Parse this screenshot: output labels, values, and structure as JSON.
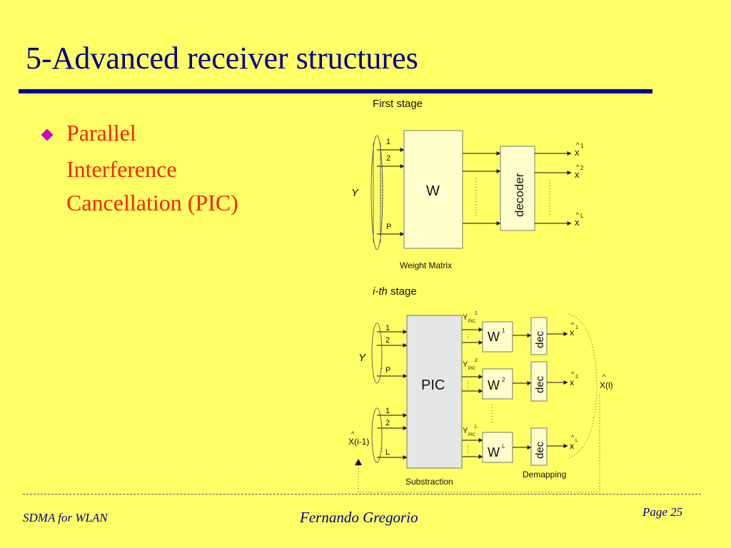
{
  "slide": {
    "title": "5-Advanced receiver structures",
    "bullet_lines": [
      "Parallel",
      "Interference",
      "Cancellation (PIC)"
    ]
  },
  "colors": {
    "background": "#ffff66",
    "title": "#00008b",
    "bullet_text": "#ff2200",
    "bullet_marker": "#cc00cc",
    "box_fill": "#ffffcc",
    "pic_fill": "#e6e6e6"
  },
  "diagram1": {
    "caption": "First stage",
    "input": "Y",
    "ports": [
      "1",
      "2",
      "P"
    ],
    "matrix": "W",
    "matrix_caption": "Weight Matrix",
    "decoder": "decoder",
    "outputs": [
      {
        "sym": "x",
        "hat": "^",
        "sup": "1"
      },
      {
        "sym": "x",
        "hat": "^",
        "sup": "2"
      },
      {
        "sym": "x",
        "hat": "^",
        "sup": "L"
      }
    ]
  },
  "diagram2": {
    "caption_italic": "i-th",
    "caption_rest": " stage",
    "input": "Y",
    "ports_top": [
      "1",
      "2",
      "P"
    ],
    "feedback_input": "X(i-1)",
    "feedback_hat": "^",
    "ports_bottom": [
      "1",
      "2",
      "L"
    ],
    "pic": "PIC",
    "pic_caption": "Substraction",
    "ypic": [
      {
        "base": "Y",
        "sub": "PIC",
        "sup": "1"
      },
      {
        "base": "Y",
        "sub": "PIC",
        "sup": "2"
      },
      {
        "base": "Y",
        "sub": "PIC",
        "sup": "L"
      }
    ],
    "weights": [
      {
        "base": "W",
        "sup": "1"
      },
      {
        "base": "W",
        "sup": "2"
      },
      {
        "base": "W",
        "sup": "L"
      }
    ],
    "dec": "dec",
    "outputs": [
      {
        "sym": "x",
        "hat": "^",
        "sup": "1"
      },
      {
        "sym": "x",
        "hat": "^",
        "sup": "2"
      },
      {
        "sym": "x",
        "hat": "^",
        "sup": "L"
      }
    ],
    "demapping": "Demapping",
    "result": "X(l)",
    "result_hat": "^"
  },
  "footer": {
    "left": "SDMA for WLAN",
    "center": "Fernando Gregorio",
    "right": "Page 25"
  }
}
